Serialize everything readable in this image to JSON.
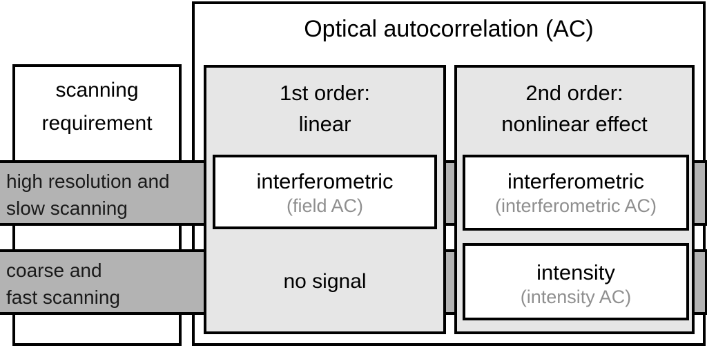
{
  "title": "Optical autocorrelation (AC)",
  "row_header_column": {
    "header_line1": "scanning",
    "header_line2": "requirement",
    "rows": [
      {
        "label_line1": "high resolution and",
        "label_line2": "slow scanning"
      },
      {
        "label_line1": "coarse and",
        "label_line2": "fast scanning"
      }
    ]
  },
  "columns": [
    {
      "header_line1": "1st order:",
      "header_line2": "linear",
      "cells": [
        {
          "main": "interferometric",
          "sub": "(field AC)",
          "boxed": true
        },
        {
          "main": "no signal",
          "sub": "",
          "boxed": false
        }
      ]
    },
    {
      "header_line1": "2nd order:",
      "header_line2": "nonlinear effect",
      "cells": [
        {
          "main": "interferometric",
          "sub": "(interferometric AC)",
          "boxed": true
        },
        {
          "main": "intensity",
          "sub": "(intensity AC)",
          "boxed": true
        }
      ]
    }
  ],
  "colors": {
    "row_band_gray": "#b3b3b3",
    "column_gray": "#e6e6e6",
    "sub_label_gray": "#8f8f8f",
    "border_black": "#000000",
    "background_white": "#ffffff"
  }
}
